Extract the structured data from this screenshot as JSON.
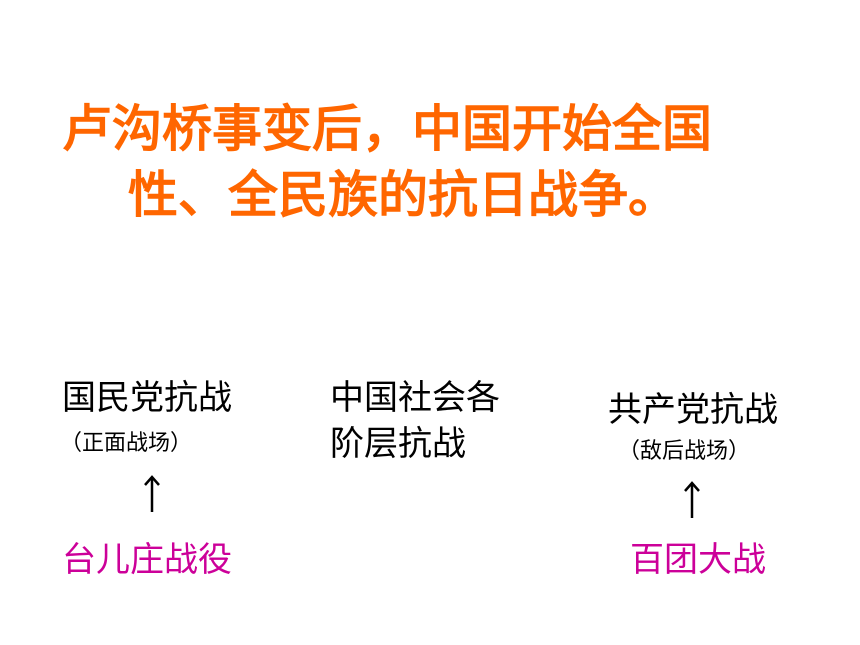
{
  "title": {
    "line1": "卢沟桥事变后，中国开始全国",
    "line2": "性、全民族的抗日战争。"
  },
  "columns": {
    "left": {
      "title": "国民党抗战",
      "subtitle": "（正面战场）",
      "battle": "台儿庄战役"
    },
    "middle": {
      "line1": "中国社会各",
      "line2": "阶层抗战"
    },
    "right": {
      "title": "共产党抗战",
      "subtitle": "（敌后战场）",
      "battle": "百团大战"
    }
  },
  "colors": {
    "title": "#ff6600",
    "battle": "#cc0099",
    "text": "#000000"
  },
  "icons": {
    "left_arrow": "up-arrow-icon",
    "right_arrow": "up-arrow-icon"
  }
}
